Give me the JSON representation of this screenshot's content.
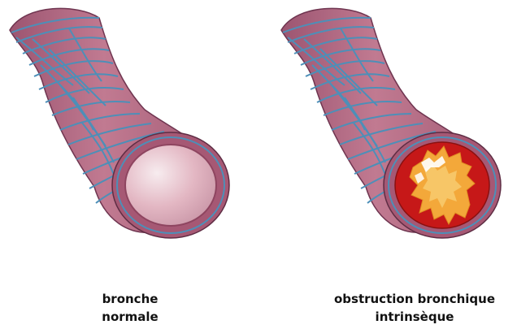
{
  "labels": {
    "normal": {
      "line1": "bronche",
      "line2": "normale"
    },
    "obstructed": {
      "line1": "obstruction bronchique",
      "line2": "intrinsèque"
    }
  },
  "colors": {
    "wall": "#b7687f",
    "wall_dark": "#8e4560",
    "wall_light": "#cf8fa3",
    "rings": "#4d8fb8",
    "lumen_light": "#f7ecef",
    "lumen_mid": "#e3b7c3",
    "lumen_obstructed": "#c61818",
    "obstruction_outer": "#f3a83a",
    "obstruction_inner": "#f7c667",
    "obstruction_white": "#ffffff"
  }
}
